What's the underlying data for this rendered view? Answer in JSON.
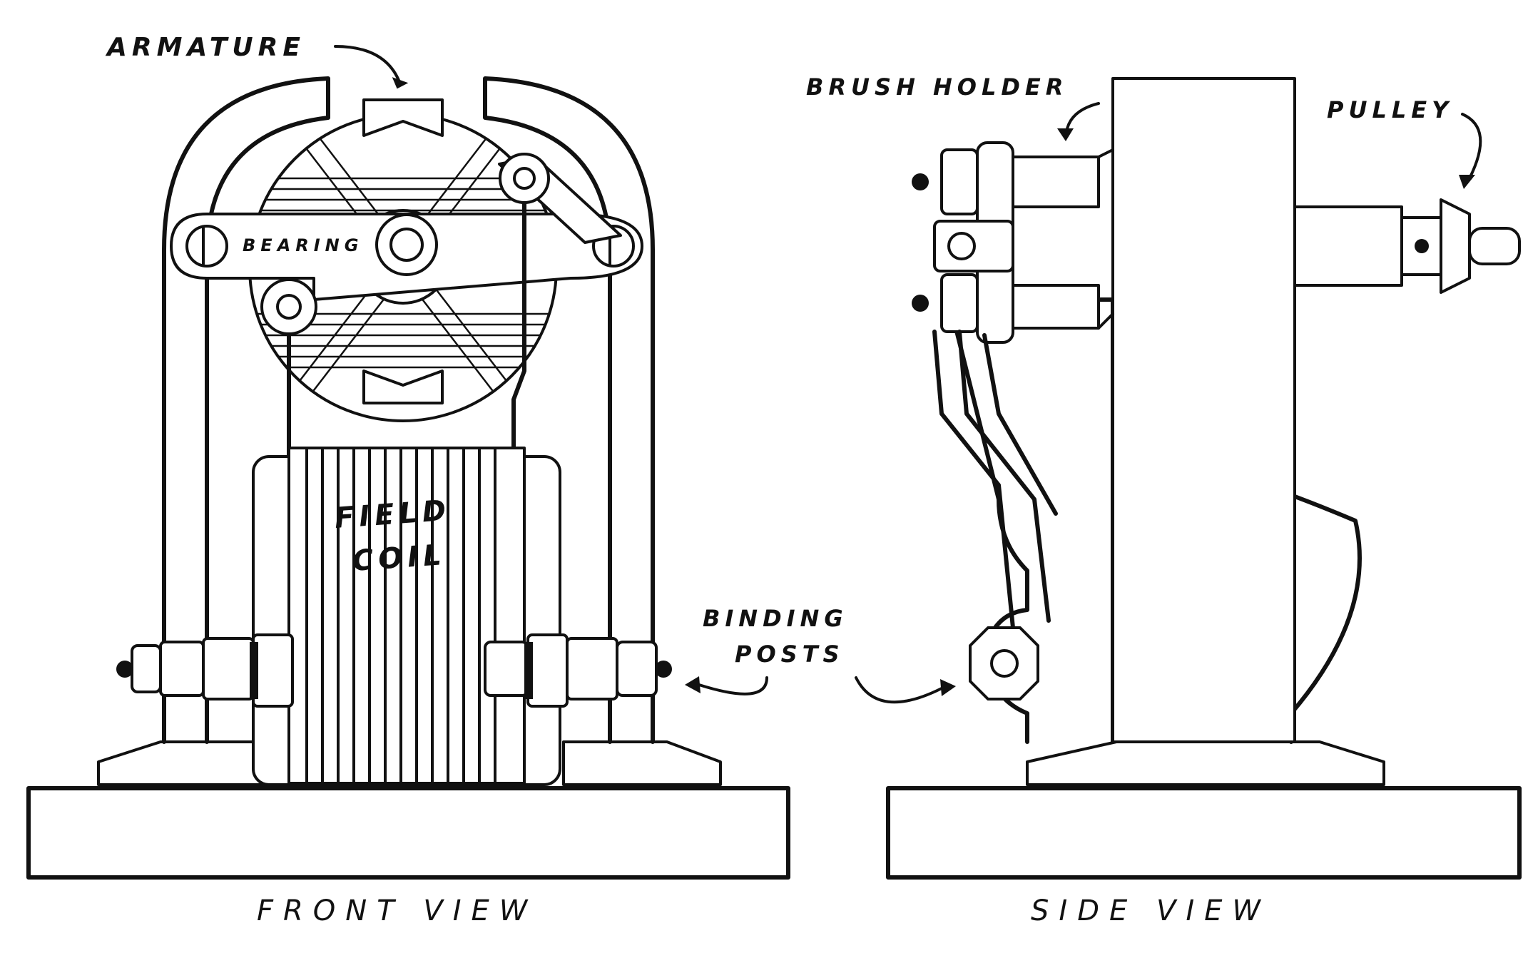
{
  "labels": {
    "armature": "ARMATURE",
    "bearing": "BEARING",
    "field_coil_line1": "FIELD",
    "field_coil_line2": "COIL",
    "binding_posts_line1": "BINDING",
    "binding_posts_line2": "POSTS",
    "brush_holder": "BRUSH HOLDER",
    "pulley": "PULLEY"
  },
  "captions": {
    "front_view": "FRONT VIEW",
    "side_view": "SIDE VIEW"
  },
  "colors": {
    "ink": "#111111",
    "paper": "#ffffff"
  }
}
